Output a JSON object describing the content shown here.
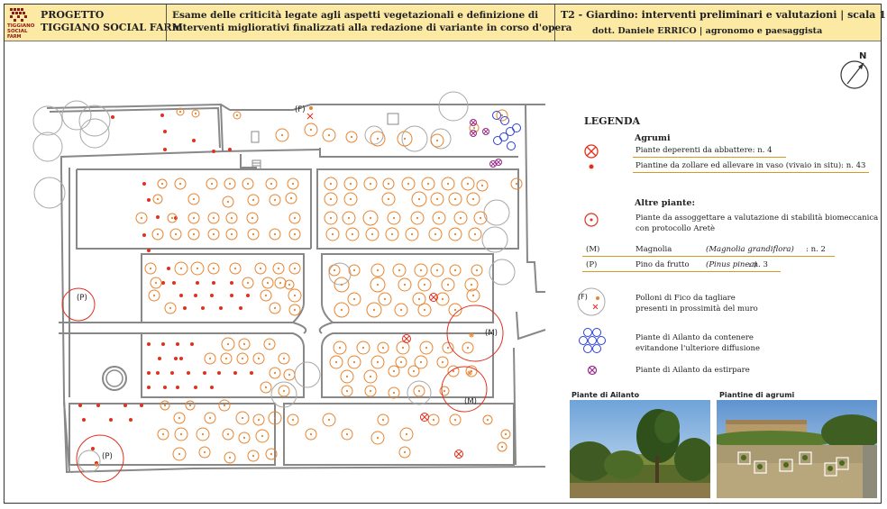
{
  "header": {
    "logo_lines": [
      "TIGGIANO",
      "SOCIAL",
      "FARM"
    ],
    "project_line1": "PROGETTO",
    "project_line2": "TIGGIANO SOCIAL FARM",
    "title_line1": "Esame delle criticità legate agli aspetti vegetazionali e definizione di",
    "title_line2": "interventi migliorativi finalizzati alla redazione di variante in corso d'opera",
    "tavola": "T2 - Giardino: interventi preliminari e valutazioni | scala 1:500",
    "author": "dott. Daniele ERRICO | agronomo e paesaggista"
  },
  "north_label": "N",
  "map_labels": {
    "f_top": "(F)",
    "p_left": "(P)",
    "p_bottom": "(P)",
    "m_upper": "(M)",
    "m_lower": "(M)"
  },
  "legend": {
    "title": "LEGENDA",
    "agrumi_heading": "Agrumi",
    "agrumi_deperenti": "Piante deperenti da abbattere: n. 4",
    "agrumi_zollare": "Piantine da zollare ed allevare in vaso (vivaio in situ): n. 43",
    "altre_heading": "Altre piante:",
    "altre_valutazione_1": "Piante da assoggettare a valutazione di stabilità biomeccanica",
    "altre_valutazione_2": "con protocollo Aretè",
    "magnolia_code": "(M)",
    "magnolia_name": "Magnolia",
    "magnolia_latin": "(Magnolia grandiflora)",
    "magnolia_count": ": n. 2",
    "pino_code": "(P)",
    "pino_name": "Pino da frutto",
    "pino_latin": "(Pinus pinea)",
    "pino_count": ": n. 3",
    "fico_code": "(F)",
    "fico_1": "Polloni di Fico da tagliare",
    "fico_2": "presenti in prossimità del muro",
    "ailanto_contenere_1": "Piante di Ailanto da contenere",
    "ailanto_contenere_2": "evitandone l'ulteriore diffusione",
    "ailanto_estirpare": "Piante di Ailanto da estirpare"
  },
  "photos": {
    "ailanto_caption": "Piante di Ailanto",
    "agrumi_caption": "Piantine di agrumi"
  },
  "colors": {
    "header_bg": "#fbe9a4",
    "orange": "#e8842f",
    "red": "#e0301e",
    "blue": "#2b3fd6",
    "purple": "#9a2a8a",
    "grey": "#a8a8a8",
    "gold_line": "#d89a1e"
  }
}
